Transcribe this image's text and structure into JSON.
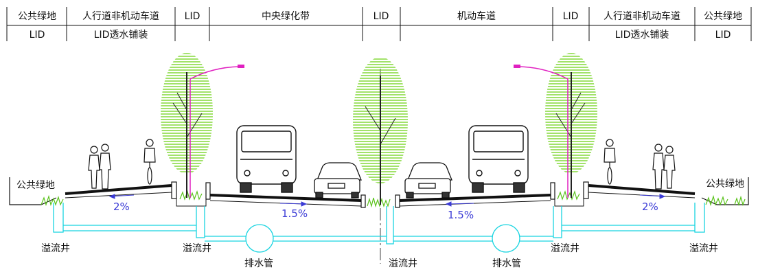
{
  "header": {
    "top": [
      "公共绿地",
      "人行道非机动车道",
      "LID",
      "中央绿化带",
      "LID",
      "机动车道",
      "LID",
      "人行道非机动车道",
      "公共绿地"
    ],
    "sub": [
      "LID",
      "LID透水铺装",
      "LID透水铺装",
      "LID"
    ]
  },
  "left": {
    "green_label": "公共绿地",
    "slope": "2%",
    "road_slope": "1.5%"
  },
  "right": {
    "green_label": "公共绿地",
    "slope": "2%",
    "road_slope": "1.5%"
  },
  "bottom": {
    "well_1": "溢流井",
    "well_2": "溢流井",
    "pipe_1": "排水管",
    "well_3": "溢流井",
    "pipe_2": "排水管",
    "well_4": "溢流井",
    "well_5": "溢流井"
  },
  "colors": {
    "tree": "#7ed321",
    "pipe": "#18d4e0",
    "lamp": "#e020c0",
    "slope_text": "#3b3bd6"
  }
}
